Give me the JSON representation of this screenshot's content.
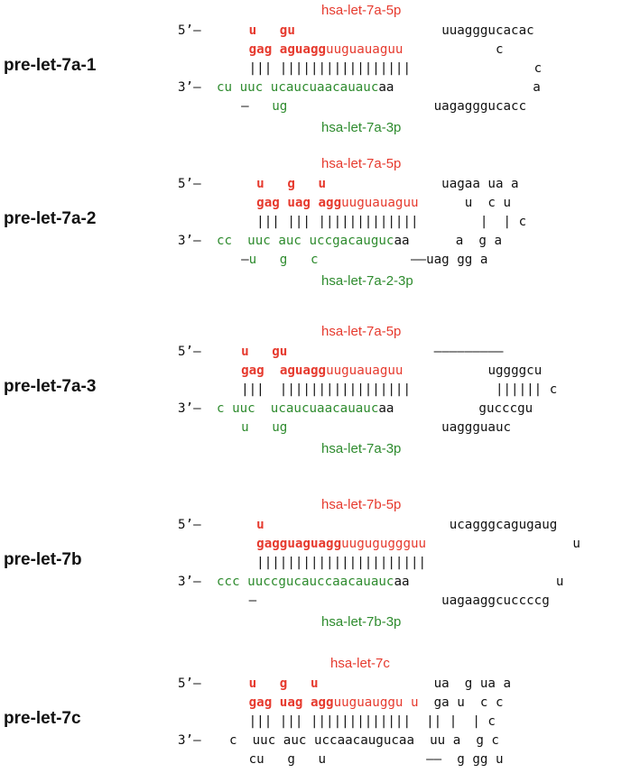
{
  "blocks": [
    {
      "name": "pre-let-7a-1",
      "top_label": "hsa-let-7a-5p",
      "bottom_label": "hsa-let-7a-3p",
      "five": "5’–",
      "three": "3’–",
      "r1": [
        {
          "t": "   "
        },
        {
          "t": "u",
          "c": "red",
          "b": 1
        },
        {
          "t": "   "
        },
        {
          "t": "gu",
          "c": "red",
          "b": 1
        },
        {
          "t": "                   "
        },
        {
          "t": "uuagggucacac"
        }
      ],
      "r2": [
        {
          "t": "   "
        },
        {
          "t": "gag",
          "c": "red",
          "b": 1
        },
        {
          "t": " "
        },
        {
          "t": "aguagg",
          "c": "red",
          "b": 1
        },
        {
          "t": "uuguauaguu",
          "c": "red"
        },
        {
          "t": "            c"
        }
      ],
      "r3": [
        {
          "t": "   ||| |||||||||||||||||                c"
        }
      ],
      "r4": [
        {
          "t": "cu uuc",
          "c": "grn"
        },
        {
          "t": " "
        },
        {
          "t": "ucaucuaacauauc",
          "c": "grn"
        },
        {
          "t": "aa"
        },
        {
          "t": "                  a"
        }
      ],
      "r5": [
        {
          "t": "  –   "
        },
        {
          "t": "ug",
          "c": "grn"
        },
        {
          "t": "                   uagagggucacc"
        }
      ]
    },
    {
      "name": "pre-let-7a-2",
      "top_label": "hsa-let-7a-5p",
      "bottom_label": "hsa-let-7a-2-3p",
      "five": "5’–",
      "three": "3’–",
      "r1": [
        {
          "t": "    "
        },
        {
          "t": "u",
          "c": "red",
          "b": 1
        },
        {
          "t": "   "
        },
        {
          "t": "g",
          "c": "red",
          "b": 1
        },
        {
          "t": "   "
        },
        {
          "t": "u",
          "c": "red",
          "b": 1
        },
        {
          "t": "               uagaa ua a"
        }
      ],
      "r2": [
        {
          "t": "    "
        },
        {
          "t": "gag",
          "c": "red",
          "b": 1
        },
        {
          "t": " "
        },
        {
          "t": "uag",
          "c": "red",
          "b": 1
        },
        {
          "t": " "
        },
        {
          "t": "agg",
          "c": "red",
          "b": 1
        },
        {
          "t": "uuguauaguu",
          "c": "red"
        },
        {
          "t": "      u  c u"
        }
      ],
      "r3": [
        {
          "t": "    ||| ||| |||||||||||||        |  | c"
        }
      ],
      "r4": [
        {
          "t": "cc  uuc auc uccgacauguc",
          "c": "grn"
        },
        {
          "t": "aa"
        },
        {
          "t": "      a  g a"
        }
      ],
      "r5": [
        {
          "t": "  –"
        },
        {
          "t": "u   g   c",
          "c": "grn"
        },
        {
          "t": "            ––uag gg a"
        }
      ]
    },
    {
      "name": "pre-let-7a-3",
      "top_label": "hsa-let-7a-5p",
      "bottom_label": "hsa-let-7a-3p",
      "five": "5’–",
      "three": "3’–",
      "r1": [
        {
          "t": "  "
        },
        {
          "t": "u",
          "c": "red",
          "b": 1
        },
        {
          "t": "   "
        },
        {
          "t": "gu",
          "c": "red",
          "b": 1
        },
        {
          "t": "                   –––––––––"
        }
      ],
      "r2": [
        {
          "t": "  "
        },
        {
          "t": "gag",
          "c": "red",
          "b": 1
        },
        {
          "t": "  "
        },
        {
          "t": "aguagg",
          "c": "red",
          "b": 1
        },
        {
          "t": "uuguauaguu",
          "c": "red"
        },
        {
          "t": "           uggggcu"
        }
      ],
      "r3": [
        {
          "t": "  |||  |||||||||||||||||           |||||| c"
        }
      ],
      "r4": [
        {
          "t": "c uuc  ucaucuaacauauc",
          "c": "grn"
        },
        {
          "t": "aa"
        },
        {
          "t": "           gucccgu"
        }
      ],
      "r5": [
        {
          "t": "  "
        },
        {
          "t": "u   ug",
          "c": "grn"
        },
        {
          "t": "                    uaggguauc"
        }
      ]
    },
    {
      "name": "pre-let-7b",
      "top_label": "hsa-let-7b-5p",
      "bottom_label": "hsa-let-7b-3p",
      "five": "5’–",
      "three": "3’–",
      "r1": [
        {
          "t": "    "
        },
        {
          "t": "u",
          "c": "red",
          "b": 1
        },
        {
          "t": "                        ucagggcagugaug"
        }
      ],
      "r2": [
        {
          "t": "    "
        },
        {
          "t": "gagguaguagg",
          "c": "red",
          "b": 1
        },
        {
          "t": "uuguguggguu",
          "c": "red"
        },
        {
          "t": "                   u"
        }
      ],
      "r3": [
        {
          "t": "    ||||||||||||||||||||||"
        }
      ],
      "r4": [
        {
          "t": "ccc uuccgucauccaacauauc",
          "c": "grn"
        },
        {
          "t": "aa"
        },
        {
          "t": "                   u"
        }
      ],
      "r5": [
        {
          "t": "   –                        uagaaggcuccccg"
        }
      ]
    },
    {
      "name": "pre-let-7c",
      "top_label": "hsa-let-7c",
      "bottom_label": "",
      "five": "5’–",
      "three": "3’–",
      "r1": [
        {
          "t": "   "
        },
        {
          "t": "u",
          "c": "red",
          "b": 1
        },
        {
          "t": "   "
        },
        {
          "t": "g",
          "c": "red",
          "b": 1
        },
        {
          "t": "   "
        },
        {
          "t": "u",
          "c": "red",
          "b": 1
        },
        {
          "t": "               ua  g ua a"
        }
      ],
      "r2": [
        {
          "t": "   "
        },
        {
          "t": "gag",
          "c": "red",
          "b": 1
        },
        {
          "t": " "
        },
        {
          "t": "uag",
          "c": "red",
          "b": 1
        },
        {
          "t": " "
        },
        {
          "t": "agg",
          "c": "red",
          "b": 1
        },
        {
          "t": "uuguauggu u",
          "c": "red"
        },
        {
          "t": "  ga u  c c"
        }
      ],
      "r3": [
        {
          "t": "   ||| ||| |||||||||||||  || |  | c"
        }
      ],
      "r4": [
        {
          "t": "c  uuc auc uccaacaugucaa  uu a  g c"
        }
      ],
      "r5": [
        {
          "t": "   cu   g   u             ––  g gg u"
        }
      ]
    }
  ]
}
